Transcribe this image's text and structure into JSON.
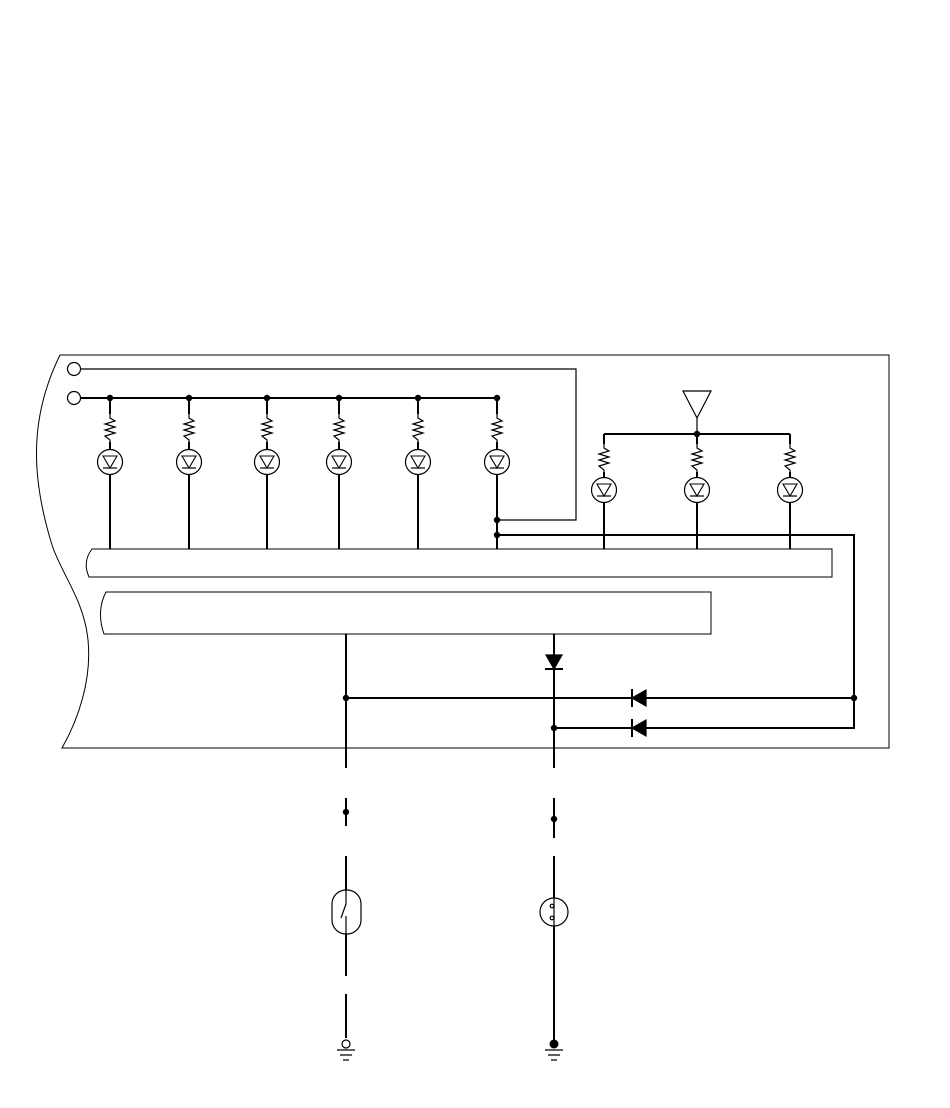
{
  "diagram": {
    "kind": "wiring-schematic",
    "colors": {
      "line": "#000000",
      "background": "#ffffff"
    },
    "components": {
      "terminals": 2,
      "top_indicator_leds": 6,
      "right_indicator_leds": 3,
      "diodes_horizontal": 2,
      "diodes_vertical": 1,
      "switches": 2,
      "grounds": 2,
      "antenna_symbol": 1
    },
    "icon_names": [
      "terminal-icon",
      "resistor-icon",
      "led-icon",
      "antenna-icon",
      "diode-icon",
      "switch-icon",
      "ground-icon"
    ]
  }
}
